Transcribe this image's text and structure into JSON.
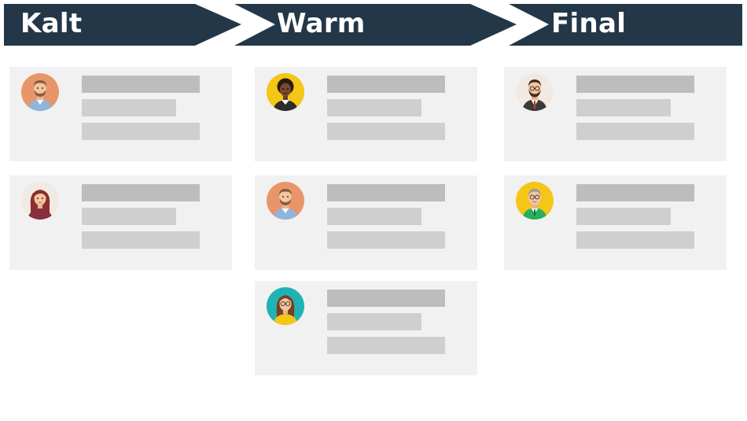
{
  "stages": [
    {
      "label": "Kalt",
      "cards": [
        {
          "avatar": "man-beard-plaid-shirt-orange-icon",
          "avatar_bg": "#e8956a"
        },
        {
          "avatar": "woman-red-hair-cream-icon",
          "avatar_bg": "#f3e9e3"
        }
      ]
    },
    {
      "label": "Warm",
      "cards": [
        {
          "avatar": "woman-curly-hair-yellow-icon",
          "avatar_bg": "#f5c518"
        },
        {
          "avatar": "man-beard-plaid-shirt-orange-icon",
          "avatar_bg": "#e8956a"
        },
        {
          "avatar": "woman-glasses-teal-icon",
          "avatar_bg": "#1fb3b3"
        }
      ]
    },
    {
      "label": "Final",
      "cards": [
        {
          "avatar": "man-beard-suit-cream-icon",
          "avatar_bg": "#f3e9e3"
        },
        {
          "avatar": "man-glasses-green-shirt-yellow-icon",
          "avatar_bg": "#f5c518"
        }
      ]
    }
  ],
  "colors": {
    "header": "#243749",
    "card": "#f1f1f1",
    "bar_dark": "#bdbdbd",
    "bar_light": "#cfcfcf"
  }
}
